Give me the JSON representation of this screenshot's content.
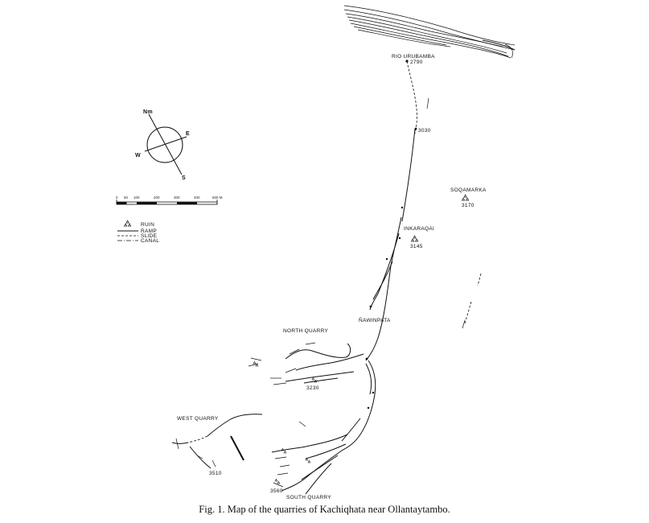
{
  "caption": "Fig. 1. Map of the quarries of Kachiqhata near Ollantaytambo.",
  "river": {
    "name": "RIO URUBAMBA"
  },
  "compass": {
    "north": "Nm",
    "east": "E",
    "south": "S",
    "west": "W"
  },
  "scale_bar": {
    "ticks": [
      "0",
      "50",
      "100",
      "200",
      "300",
      "400",
      "500 M"
    ]
  },
  "legend": [
    {
      "symbol": "triangle-cluster",
      "label": "RUIN"
    },
    {
      "symbol": "solid-line",
      "label": "RAMP"
    },
    {
      "symbol": "dashed-line",
      "label": "SLIDE"
    },
    {
      "symbol": "dash-dot-line",
      "label": "CANAL"
    }
  ],
  "places": {
    "soqamarka": {
      "name": "SOQAMARKA",
      "elevation": "3170"
    },
    "inkaraqai": {
      "name": "INKARAQAI",
      "elevation": "3145"
    },
    "nawinpata": {
      "name": "ÑAWINPATA"
    },
    "north_quarry": {
      "name": "NORTH QUARRY",
      "elevation": "3230"
    },
    "west_quarry": {
      "name": "WEST QUARRY",
      "elevation": "3510"
    },
    "south_quarry": {
      "name": "SOUTH QUARRY",
      "elevation": "3560"
    }
  },
  "elevations": {
    "top": "2790",
    "upper": "3030"
  }
}
